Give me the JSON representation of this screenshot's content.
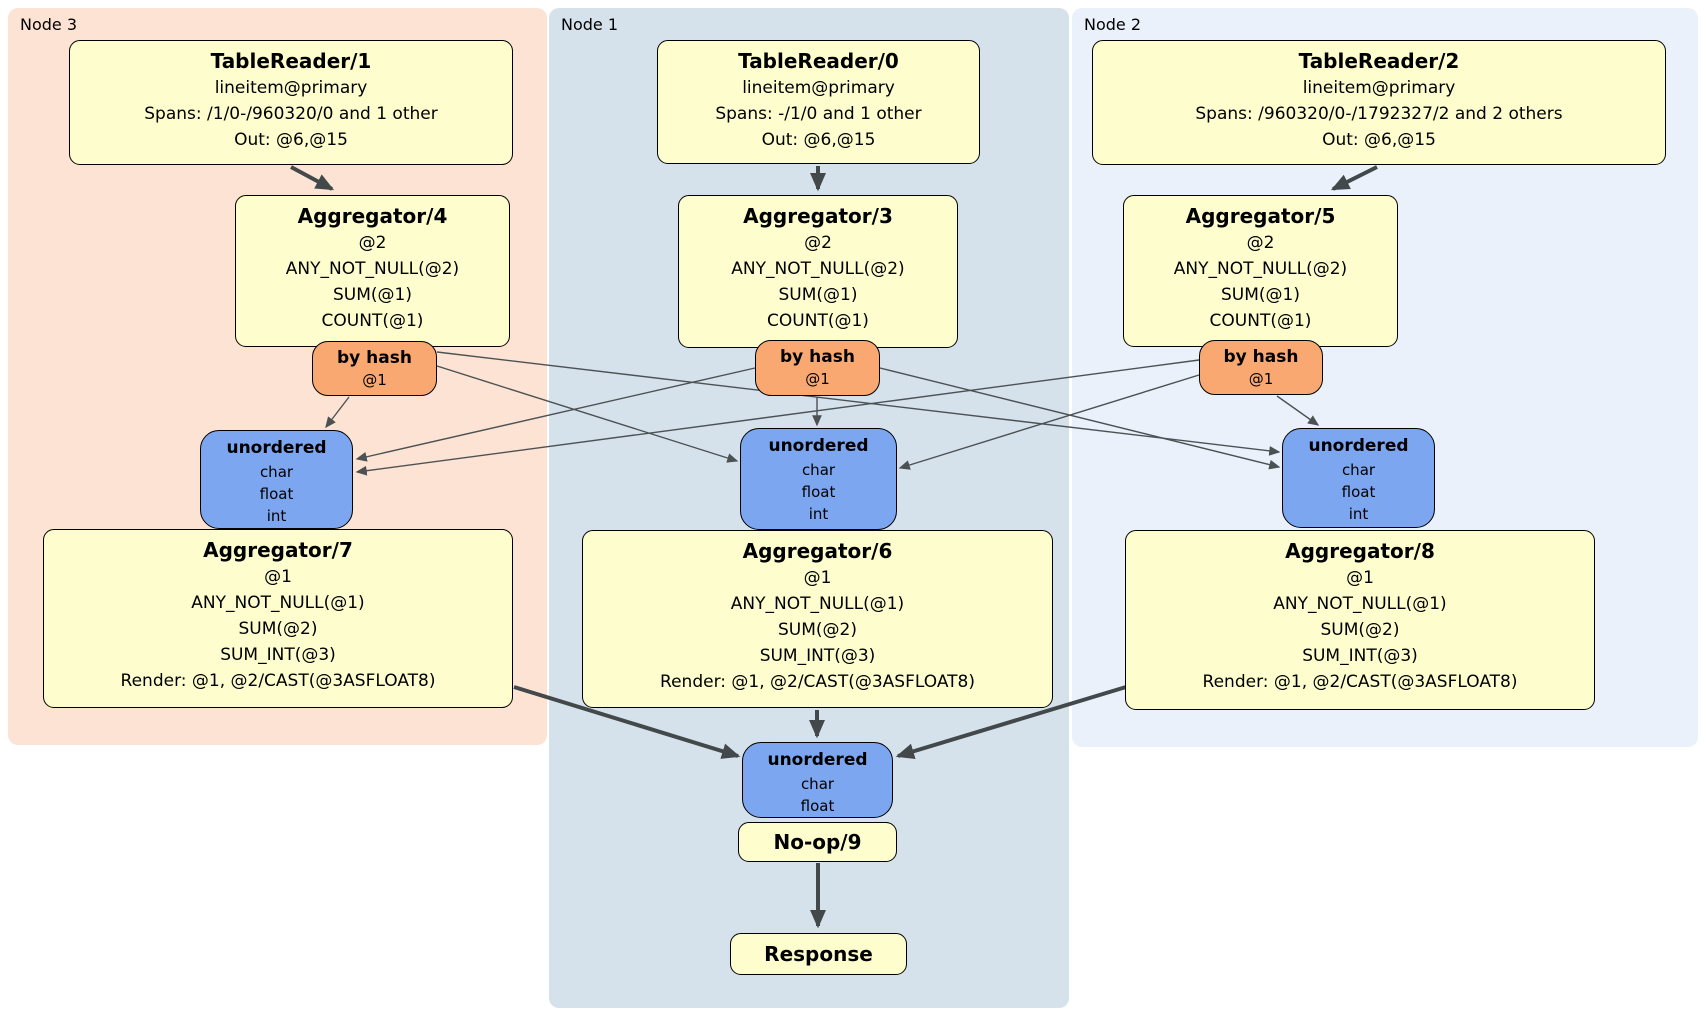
{
  "panels": {
    "node3": {
      "label": "Node 3"
    },
    "node1": {
      "label": "Node 1"
    },
    "node2": {
      "label": "Node 2"
    }
  },
  "boxes": {
    "tr1": {
      "title": "TableReader/1",
      "lines": [
        "lineitem@primary",
        "Spans: /1/0-/960320/0 and 1 other",
        "Out: @6,@15"
      ]
    },
    "tr0": {
      "title": "TableReader/0",
      "lines": [
        "lineitem@primary",
        "Spans: -/1/0 and 1 other",
        "Out: @6,@15"
      ]
    },
    "tr2": {
      "title": "TableReader/2",
      "lines": [
        "lineitem@primary",
        "Spans: /960320/0-/1792327/2 and 2 others",
        "Out: @6,@15"
      ]
    },
    "agg4": {
      "title": "Aggregator/4",
      "lines": [
        "@2",
        "ANY_NOT_NULL(@2)",
        "SUM(@1)",
        "COUNT(@1)"
      ]
    },
    "agg3": {
      "title": "Aggregator/3",
      "lines": [
        "@2",
        "ANY_NOT_NULL(@2)",
        "SUM(@1)",
        "COUNT(@1)"
      ]
    },
    "agg5": {
      "title": "Aggregator/5",
      "lines": [
        "@2",
        "ANY_NOT_NULL(@2)",
        "SUM(@1)",
        "COUNT(@1)"
      ]
    },
    "hash4": {
      "title": "by hash",
      "sub": "@1"
    },
    "hash3": {
      "title": "by hash",
      "sub": "@1"
    },
    "hash5": {
      "title": "by hash",
      "sub": "@1"
    },
    "uno7": {
      "title": "unordered",
      "lines": [
        "char",
        "float",
        "int"
      ]
    },
    "uno6": {
      "title": "unordered",
      "lines": [
        "char",
        "float",
        "int"
      ]
    },
    "uno8": {
      "title": "unordered",
      "lines": [
        "char",
        "float",
        "int"
      ]
    },
    "agg7": {
      "title": "Aggregator/7",
      "lines": [
        "@1",
        "ANY_NOT_NULL(@1)",
        "SUM(@2)",
        "SUM_INT(@3)",
        "Render: @1, @2/CAST(@3ASFLOAT8)"
      ]
    },
    "agg6": {
      "title": "Aggregator/6",
      "lines": [
        "@1",
        "ANY_NOT_NULL(@1)",
        "SUM(@2)",
        "SUM_INT(@3)",
        "Render: @1, @2/CAST(@3ASFLOAT8)"
      ]
    },
    "agg8": {
      "title": "Aggregator/8",
      "lines": [
        "@1",
        "ANY_NOT_NULL(@1)",
        "SUM(@2)",
        "SUM_INT(@3)",
        "Render: @1, @2/CAST(@3ASFLOAT8)"
      ]
    },
    "uno9": {
      "title": "unordered",
      "lines": [
        "char",
        "float"
      ]
    },
    "noop": {
      "title": "No-op/9"
    },
    "response": {
      "title": "Response"
    }
  },
  "colors": {
    "node3_bg": "#fde3d3",
    "node1_bg": "#d5e2ec",
    "node2_bg": "#ebf1fa",
    "processor_bg": "#fdfdce",
    "router_bg": "#f9a871",
    "sync_bg": "#7ca6f0",
    "edge": "#4c5254",
    "border": "#000000"
  }
}
